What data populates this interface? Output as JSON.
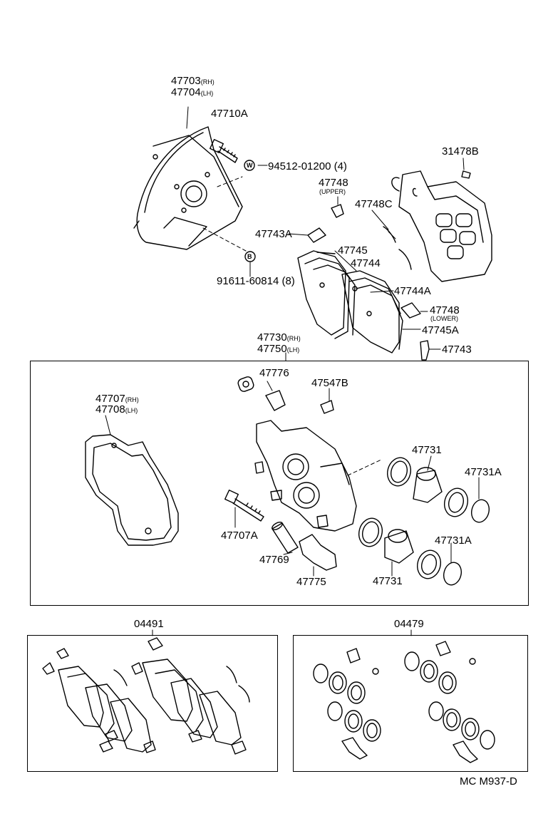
{
  "diagram": {
    "code": "MC M937-D",
    "parts": {
      "p47703": "47703",
      "p47703_note": "(RH)",
      "p47704": "47704",
      "p47704_note": "(LH)",
      "p47710A": "47710A",
      "p94512": "94512-01200 (4)",
      "p31478B": "31478B",
      "p47748u": "47748",
      "p47748u_note": "(UPPER)",
      "p47748C": "47748C",
      "p47743A": "47743A",
      "p47745": "47745",
      "p47744": "47744",
      "p91611": "91611-60814 (8)",
      "p47744A": "47744A",
      "p47748l": "47748",
      "p47748l_note": "(LOWER)",
      "p47745A": "47745A",
      "p47743": "47743",
      "p47730": "47730",
      "p47730_note": "(RH)",
      "p47750": "47750",
      "p47750_note": "(LH)",
      "p47776": "47776",
      "p47547B": "47547B",
      "p47707": "47707",
      "p47707_note": "(RH)",
      "p47708": "47708",
      "p47708_note": "(LH)",
      "p47731a": "47731",
      "p47731A_a": "47731A",
      "p47707A": "47707A",
      "p47769": "47769",
      "p47775": "47775",
      "p47731b": "47731",
      "p47731A_b": "47731A",
      "p04491": "04491",
      "p04479": "04479",
      "marker_w": "W",
      "marker_b": "B"
    }
  }
}
